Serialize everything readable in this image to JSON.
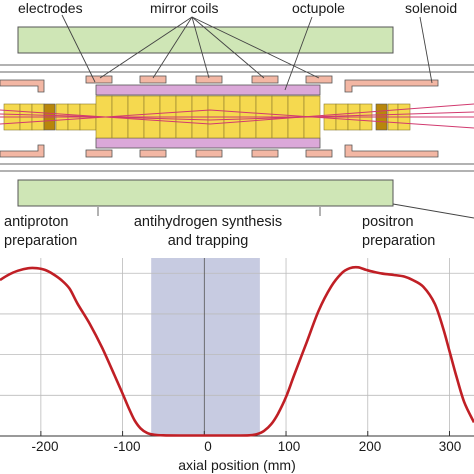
{
  "labels": {
    "electrodes": "electrodes",
    "mirror_coils": "mirror coils",
    "octupole": "octupole",
    "solenoid": "solenoid"
  },
  "regions": {
    "antiproton_line1": "antiproton",
    "antiproton_line2": "preparation",
    "synthesis_line1": "antihydrogen synthesis",
    "synthesis_line2": "and trapping",
    "positron_line1": "positron",
    "positron_line2": "preparation"
  },
  "colors": {
    "solenoid": "#cfe6b6",
    "electrode": "#f5d94f",
    "electrode_dark": "#b8860b",
    "mirror_coil": "#f3b7a4",
    "octupole": "#dba8d9",
    "trajectory": "#d13a6f",
    "curve": "#c01f25",
    "trap_region": "#c7cbe1"
  },
  "chart_data": {
    "type": "line",
    "xlabel": "axial position (mm)",
    "xlim": [
      -250,
      330
    ],
    "ylim": [
      0,
      1.05
    ],
    "xticks": [
      -200,
      -100,
      0,
      100,
      200,
      300
    ],
    "xtick_labels": [
      "-200",
      "-100",
      "0",
      "100",
      "200",
      "300"
    ],
    "shaded_region": [
      -65,
      68
    ],
    "series": [
      {
        "x": [
          -250,
          -240,
          -228,
          -215,
          -205,
          -195,
          -185,
          -175,
          -165,
          -155,
          -140,
          -125,
          -110,
          -100,
          -92,
          -85,
          -78,
          -70,
          -62,
          -50,
          -30,
          0,
          30,
          55,
          65,
          73,
          82,
          90,
          100,
          110,
          125,
          140,
          155,
          168,
          178,
          188,
          198,
          210,
          222,
          232,
          245,
          255,
          268,
          282,
          292,
          300,
          308,
          318,
          330
        ],
        "y": [
          0.92,
          0.95,
          0.975,
          0.99,
          0.99,
          0.98,
          0.955,
          0.92,
          0.87,
          0.78,
          0.66,
          0.52,
          0.36,
          0.25,
          0.16,
          0.09,
          0.045,
          0.018,
          0.008,
          0.004,
          0.003,
          0.003,
          0.003,
          0.004,
          0.012,
          0.03,
          0.07,
          0.13,
          0.23,
          0.36,
          0.55,
          0.74,
          0.88,
          0.96,
          0.99,
          0.995,
          0.98,
          0.965,
          0.955,
          0.95,
          0.94,
          0.92,
          0.88,
          0.78,
          0.64,
          0.5,
          0.36,
          0.2,
          0.08
        ]
      }
    ]
  }
}
